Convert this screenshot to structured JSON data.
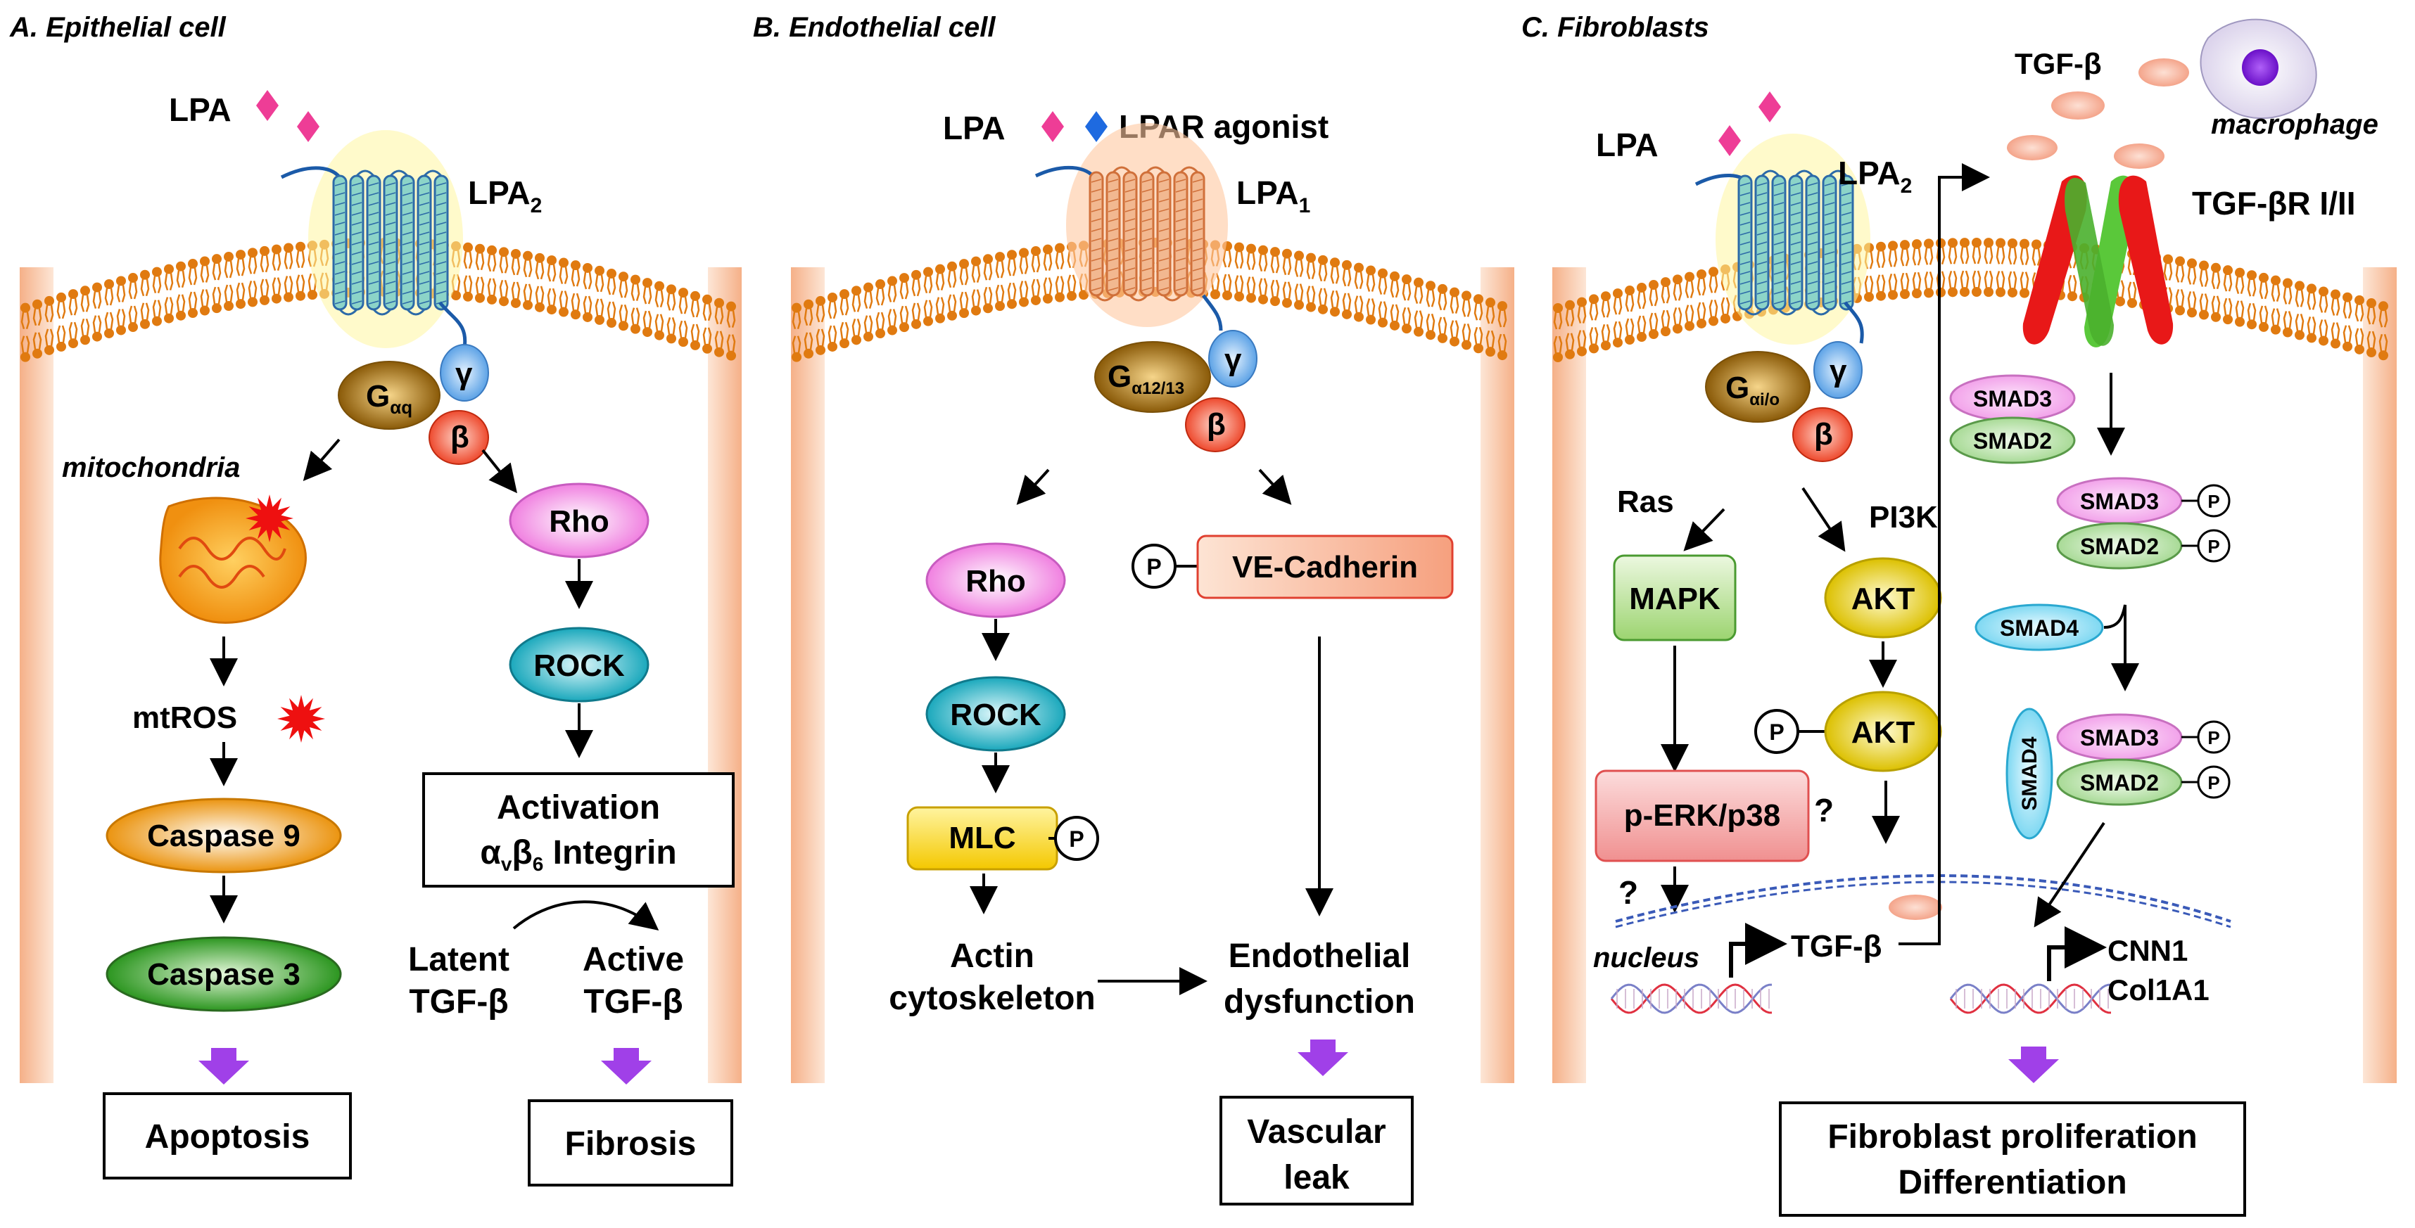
{
  "panels": {
    "a": {
      "title": "A. Epithelial cell"
    },
    "b": {
      "title": "B. Endothelial cell"
    },
    "c": {
      "title": "C. Fibroblasts"
    }
  },
  "a": {
    "lpa": "LPA",
    "receptor": "LPA",
    "receptor_sub": "2",
    "g_main": "G",
    "g_sub": "αq",
    "gamma": "γ",
    "beta": "β",
    "mitochondria": "mitochondria",
    "mtros": "mtROS",
    "caspase9": "Caspase 9",
    "caspase3": "Caspase 3",
    "rho": "Rho",
    "rock": "ROCK",
    "activation": "Activation",
    "integrin_a": "α",
    "integrin_a_sub": "v",
    "integrin_b": "β",
    "integrin_b_sub": "6",
    "integrin_word": " Integrin",
    "latent1": "Latent",
    "latent2": "TGF-β",
    "active1": "Active",
    "active2": "TGF-β",
    "apoptosis": "Apoptosis",
    "fibrosis": "Fibrosis"
  },
  "b": {
    "lpa": "LPA",
    "agonist": "LPAR agonist",
    "receptor": "LPA",
    "receptor_sub": "1",
    "g_main": "G",
    "g_sub": "α12/13",
    "gamma": "γ",
    "beta": "β",
    "rho": "Rho",
    "rock": "ROCK",
    "mlc": "MLC",
    "p": "P",
    "vecad": "VE-Cadherin",
    "actin1": "Actin",
    "actin2": "cytoskeleton",
    "endo1": "Endothelial",
    "endo2": "dysfunction",
    "leak1": "Vascular",
    "leak2": "leak"
  },
  "c": {
    "lpa": "LPA",
    "receptor": "LPA",
    "receptor_sub": "2",
    "tgfb_top": "TGF-β",
    "macrophage": "macrophage",
    "tgfbr": "TGF-βR I/II",
    "g_main": "G",
    "g_sub": "αi/o",
    "gamma": "γ",
    "beta": "β",
    "ras": "Ras",
    "pi3k": "PI3K",
    "mapk": "MAPK",
    "akt": "AKT",
    "perk": "p-ERK/p38",
    "q": "?",
    "nucleus": "nucleus",
    "tgfb_gene": "TGF-β",
    "smad3": "SMAD3",
    "smad2": "SMAD2",
    "smad4": "SMAD4",
    "p": "P",
    "cnn1": "CNN1",
    "col1a1": "Col1A1",
    "out1": "Fibroblast proliferation",
    "out2": "Differentiation"
  },
  "colors": {
    "membrane": "#e07a10",
    "rho": "#f59ae6",
    "rock": "#2ab8c8",
    "gprotein": "#a06a10",
    "gamma": "#7ab8ec",
    "beta": "#f26a52",
    "caspase9": "#f0a020",
    "caspase3": "#3aa830",
    "mlc": "#f4d020",
    "mapk": "#8ac860",
    "akt": "#e6d010",
    "perk": "#f08080",
    "vecad": "#f6a080",
    "lpa": "#ee3d96",
    "agonist": "#1e6ae0",
    "outcome_arrow": "#a040e8",
    "receptor_red": "#e81818",
    "receptor_green": "#5ac83a"
  }
}
